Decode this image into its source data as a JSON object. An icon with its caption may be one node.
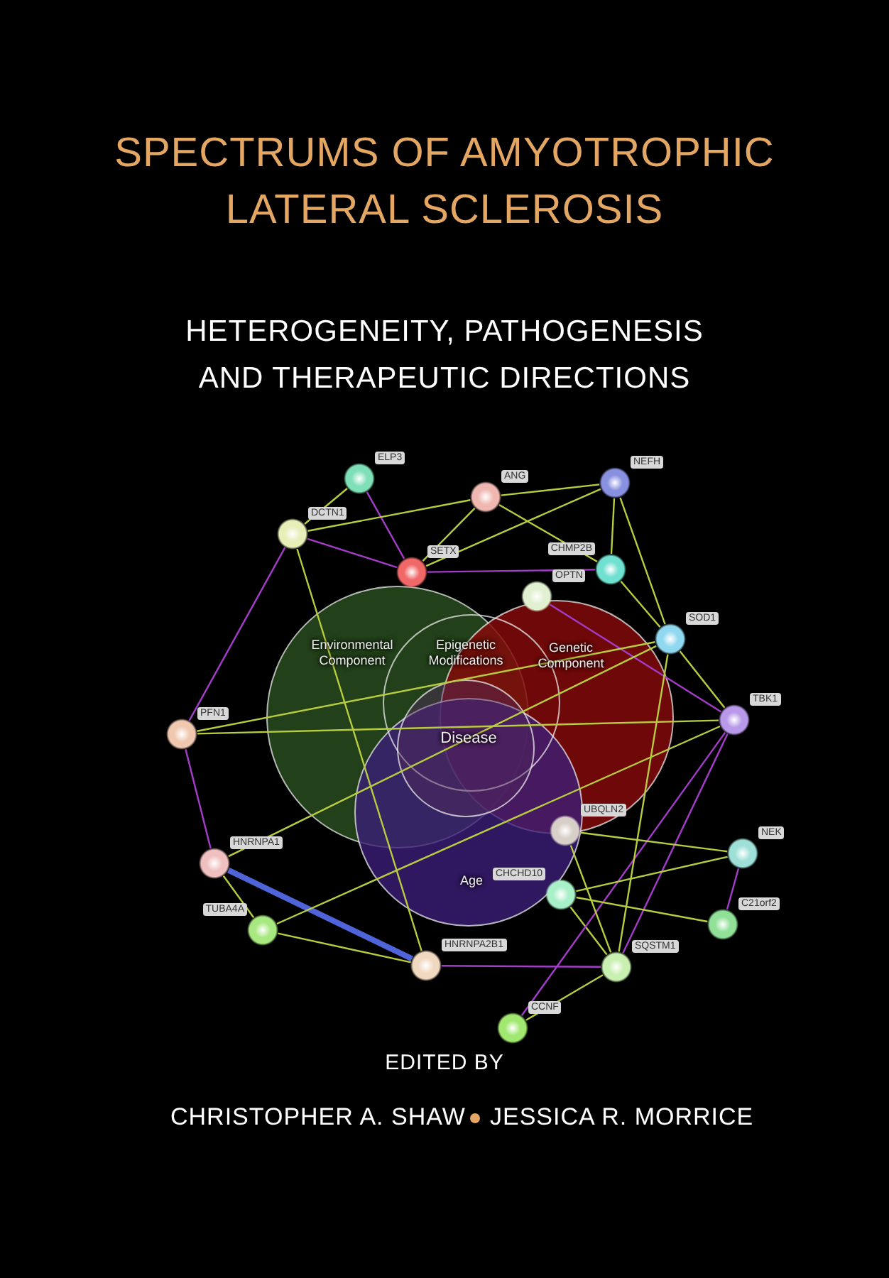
{
  "diagram": {
    "title": "SPECTRUMS OF AMYOTROPHIC LATERAL SCLEROSIS",
    "nodes": [
      {
        "text": [
          "ELP3"
        ]
      },
      {
        "text": [
          "ANG"
        ]
      },
      {
        "text": [
          "NEFH"
        ]
      },
      {
        "text": [
          "DCTN1"
        ]
      },
      {
        "text": [
          "SETX"
        ]
      },
      {
        "text": [
          "CHMP2B"
        ]
      },
      {
        "text": [
          "OPTN"
        ]
      },
      {
        "text": [
          "SOD1"
        ]
      },
      {
        "text": [
          "PFN1"
        ]
      },
      {
        "text": [
          "TBK1"
        ]
      },
      {
        "text": [
          "UBQLN2"
        ]
      },
      {
        "text": [
          "NEK"
        ]
      },
      {
        "text": [
          "HNRNPA1"
        ]
      },
      {
        "text": [
          "CHCHD10"
        ]
      },
      {
        "text": [
          "TUBA4A"
        ]
      },
      {
        "text": [
          "C21orf2"
        ]
      },
      {
        "text": [
          "HNRNPA2B1"
        ]
      },
      {
        "text": [
          "SQSTM1"
        ]
      },
      {
        "text": [
          "CCNF"
        ]
      }
    ],
    "edges": [
      {
        "from": 0,
        "to": 3,
        "arrow": "none"
      },
      {
        "from": 0,
        "to": 4,
        "arrow": "none",
        "color": "#a33cc8"
      },
      {
        "from": 3,
        "to": 4,
        "arrow": "none",
        "color": "#a33cc8"
      },
      {
        "from": 3,
        "to": 1,
        "arrow": "none"
      },
      {
        "from": 3,
        "to": 8,
        "arrow": "none",
        "color": "#a33cc8"
      },
      {
        "from": 1,
        "to": 2,
        "arrow": "none"
      },
      {
        "from": 1,
        "to": 4,
        "arrow": "none"
      },
      {
        "from": 1,
        "to": 5,
        "arrow": "none"
      },
      {
        "from": 2,
        "to": 5,
        "arrow": "none"
      },
      {
        "from": 2,
        "to": 7,
        "arrow": "none"
      },
      {
        "from": 2,
        "to": 4,
        "arrow": "none"
      },
      {
        "from": 5,
        "to": 7,
        "arrow": "none"
      },
      {
        "from": 5,
        "to": 4,
        "arrow": "none",
        "color": "#a33cc8"
      },
      {
        "from": 7,
        "to": 9,
        "arrow": "none"
      },
      {
        "from": 6,
        "to": 9,
        "arrow": "none",
        "color": "#a33cc8"
      },
      {
        "from": 8,
        "to": 12,
        "arrow": "none",
        "color": "#a33cc8"
      },
      {
        "from": 8,
        "to": 9,
        "arrow": "none"
      },
      {
        "from": 8,
        "to": 7,
        "arrow": "none"
      },
      {
        "from": 12,
        "to": 14,
        "arrow": "none"
      },
      {
        "from": 12,
        "to": 16,
        "arrow": "none",
        "style": "thick",
        "color": "#4f64d8"
      },
      {
        "from": 14,
        "to": 16,
        "arrow": "none"
      },
      {
        "from": 14,
        "to": 9,
        "arrow": "none"
      },
      {
        "from": 16,
        "to": 17,
        "arrow": "none",
        "color": "#a33cc8"
      },
      {
        "from": 16,
        "to": 3,
        "arrow": "none"
      },
      {
        "from": 17,
        "to": 9,
        "arrow": "none",
        "color": "#a33cc8"
      },
      {
        "from": 17,
        "to": 13,
        "arrow": "none"
      },
      {
        "from": 17,
        "to": 18,
        "arrow": "none"
      },
      {
        "from": 18,
        "to": 9,
        "arrow": "none",
        "color": "#a33cc8"
      },
      {
        "from": 13,
        "to": 15,
        "arrow": "none"
      },
      {
        "from": 13,
        "to": 11,
        "arrow": "none"
      },
      {
        "from": 11,
        "to": 15,
        "arrow": "none",
        "color": "#a33cc8"
      },
      {
        "from": 10,
        "to": 17,
        "arrow": "none"
      },
      {
        "from": 10,
        "to": 11,
        "arrow": "none"
      },
      {
        "from": 7,
        "to": 17,
        "arrow": "none"
      },
      {
        "from": 12,
        "to": 7,
        "arrow": "none"
      }
    ],
    "labels": [
      "HETEROGENEITY, PATHOGENESIS AND THERAPEUTIC DIRECTIONS",
      "Environmental Component",
      "Epigenetic Modifications",
      "Genetic Component",
      "Disease",
      "Age",
      "EDITED BY",
      "CHRISTOPHER A. SHAW",
      "JESSICA R. MORRICE"
    ]
  }
}
